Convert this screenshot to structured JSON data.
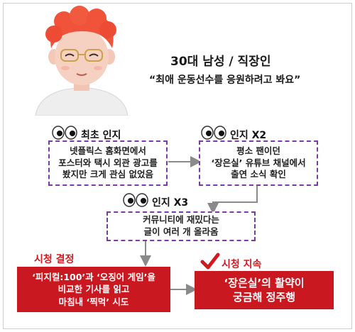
{
  "persona": {
    "title": "30대 남성 / 직장인",
    "quote": "“최애  운동선수를 응원하려고 봐요”"
  },
  "stage1": {
    "label": "최초 인지",
    "lines": [
      "넷플릭스 홈화면에서",
      "포스터와 택시 외관 광고를",
      "봤지만 크게 관심 없었음"
    ]
  },
  "stage2": {
    "label": "인지 X2",
    "lines": [
      "평소 팬이던",
      "‘장은실’ 유튜브 채널에서",
      "출연 소식 확인"
    ]
  },
  "stage3": {
    "label": "인지 X3",
    "lines": [
      "커뮤니티에 재밌다는",
      "글이 여러 개 올라옴"
    ]
  },
  "decision": {
    "label": "시청 결정",
    "lines": [
      "‘피지컬:100’과 ‘오징어 게임’을",
      "비교한 기사를 읽고",
      "마침내 ‘찍먹’ 시도"
    ]
  },
  "continue": {
    "label": "시청 지속",
    "lines": [
      "‘장은실’의 활약이",
      "궁금해 정주행"
    ]
  },
  "colors": {
    "accent_red": "#c9181f",
    "dashed_purple": "#7b3aa8",
    "connector_gray": "#8a8a8a"
  }
}
